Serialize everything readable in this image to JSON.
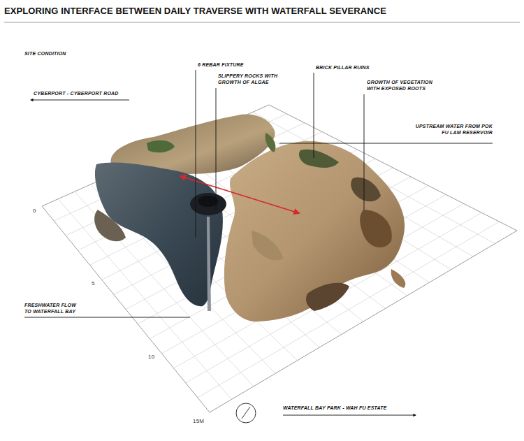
{
  "diagram": {
    "title": "EXPLORING INTERFACE BETWEEN DAILY TRAVERSE WITH WATERFALL SEVERANCE",
    "labels": [
      "SITE CONDITION",
      "CYBERPORT - CYBERPORT ROAD",
      "6 REBAR FIXTURE",
      "SLIPPERY ROCKS WITH GROWTH OF ALGAE",
      "BRICK PILLAR RUINS",
      "GROWTH OF VEGETATION WITH EXPOSED ROOTS",
      "UPSTREAM WATER FROM POK FU LAM RESERVOIR",
      "FRESHWATER FLOW TO WATERFALL BAY",
      "WATERFALL BAY PARK - WAH FU ESTATE",
      "0",
      "5",
      "10",
      "15M"
    ]
  }
}
